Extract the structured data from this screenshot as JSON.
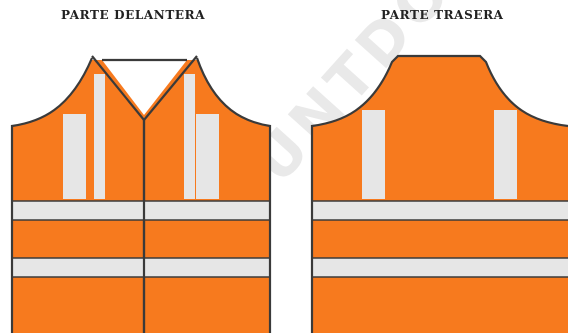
{
  "labels": {
    "front": "PARTE DELANTERA",
    "back": "PARTE TRASERA"
  },
  "watermark": "UNTDOLA",
  "colors": {
    "vest": "#f77a1e",
    "reflective": "#e6e6e6",
    "outline": "#3a3a3a",
    "collar": "#ffffff"
  }
}
